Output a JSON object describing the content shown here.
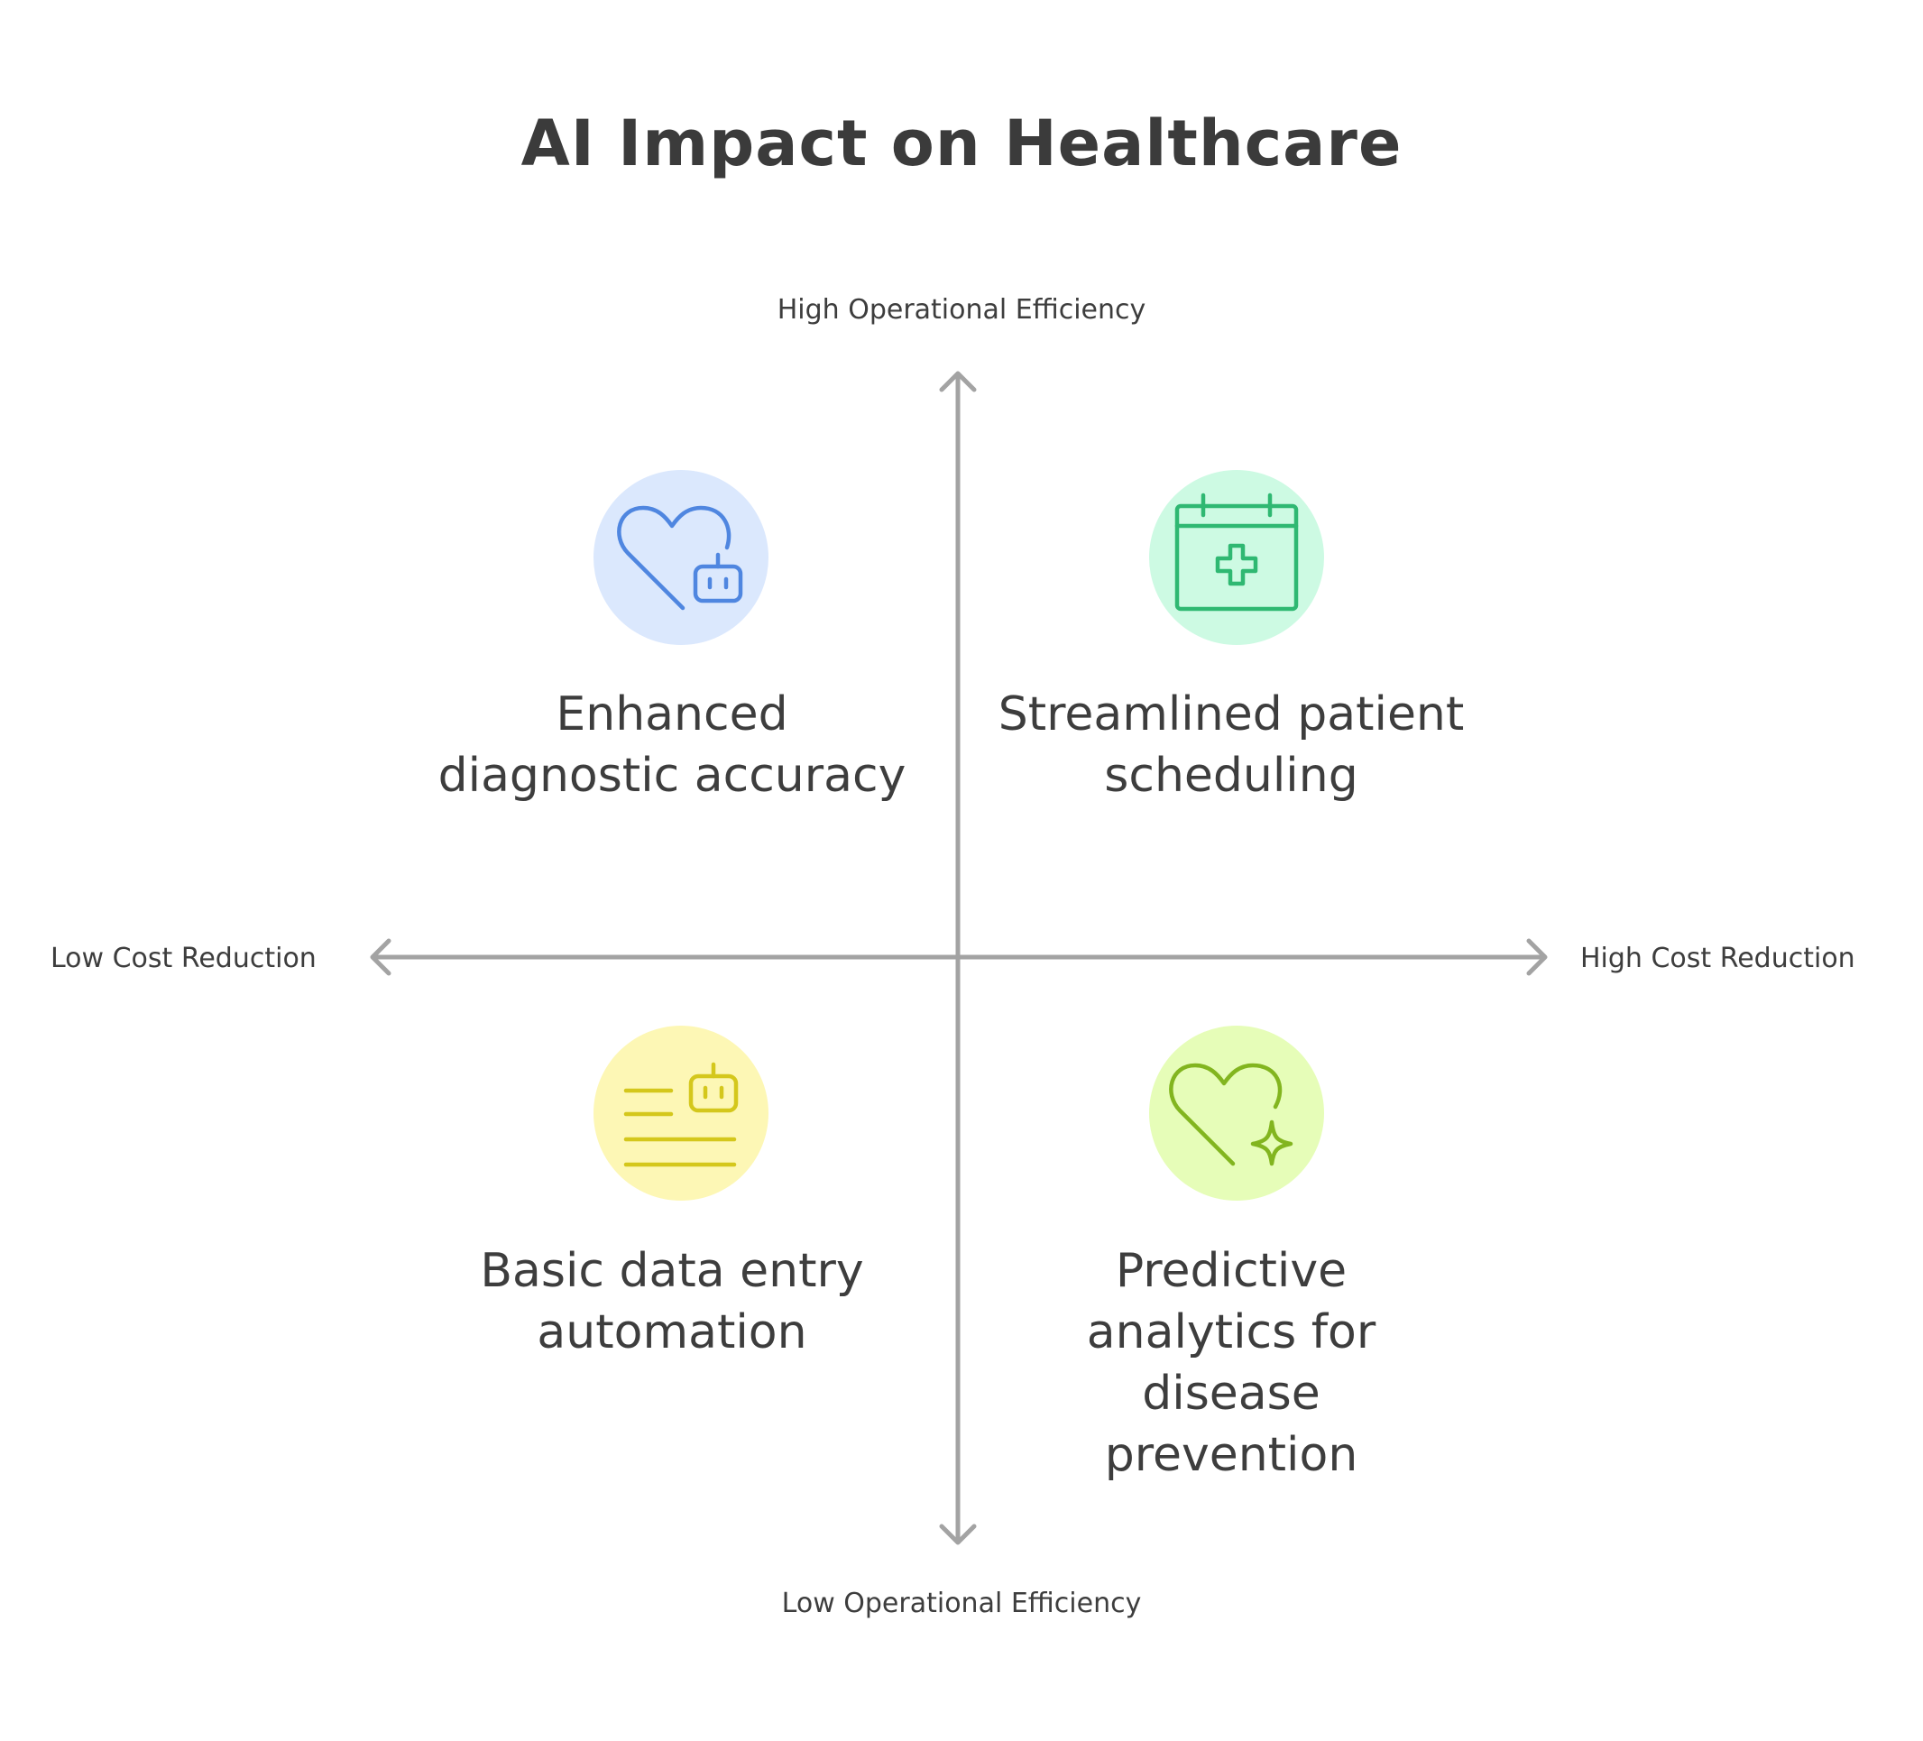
{
  "title": "AI Impact on Healthcare",
  "axes": {
    "y_high": "High Operational Efficiency",
    "y_low": "Low Operational Efficiency",
    "x_low": "Low Cost Reduction",
    "x_high": "High Cost Reduction",
    "color": "#a3a3a3"
  },
  "quadrants": [
    {
      "id": "top-left",
      "label": "Enhanced diagnostic accuracy",
      "icon": "heart-robot-icon",
      "bg_color": "#dbe8fd",
      "icon_color": "#4f86e0"
    },
    {
      "id": "top-right",
      "label": "Streamlined patient scheduling",
      "icon": "calendar-medical-cross-icon",
      "bg_color": "#cdfae3",
      "icon_color": "#2fb872"
    },
    {
      "id": "bottom-left",
      "label": "Basic data entry automation",
      "icon": "text-lines-robot-icon",
      "bg_color": "#fdf7b5",
      "icon_color": "#d4c71c"
    },
    {
      "id": "bottom-right",
      "label": "Predictive analytics for disease prevention",
      "icon": "heart-sparkle-icon",
      "bg_color": "#e6fdb8",
      "icon_color": "#82b51f"
    }
  ]
}
